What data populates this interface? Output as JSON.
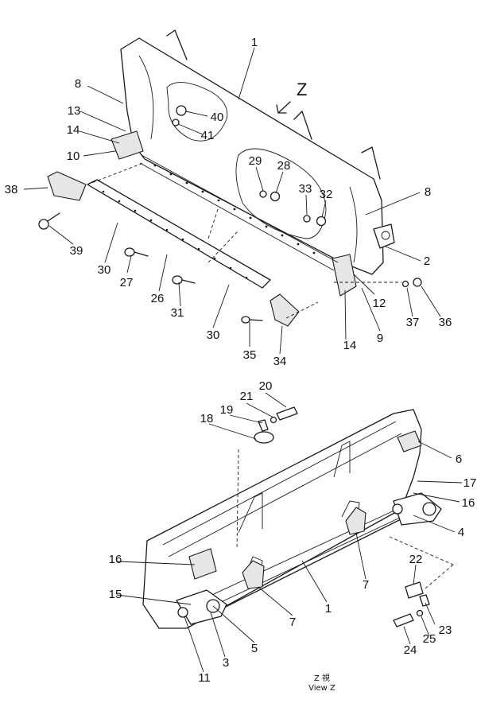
{
  "view_marker": "Z",
  "view_caption_top": "Z 視",
  "view_caption_bottom": "View Z",
  "top_view_labels": [
    "1",
    "8",
    "13",
    "14",
    "10",
    "40",
    "41",
    "29",
    "28",
    "33",
    "32",
    "8",
    "2",
    "38",
    "39",
    "30",
    "27",
    "26",
    "31",
    "30",
    "35",
    "34",
    "14",
    "9",
    "12",
    "37",
    "36"
  ],
  "bottom_view_labels": [
    "20",
    "21",
    "19",
    "18",
    "6",
    "17",
    "16",
    "4",
    "22",
    "23",
    "25",
    "24",
    "7",
    "1",
    "7",
    "16",
    "15",
    "5",
    "3",
    "11"
  ]
}
